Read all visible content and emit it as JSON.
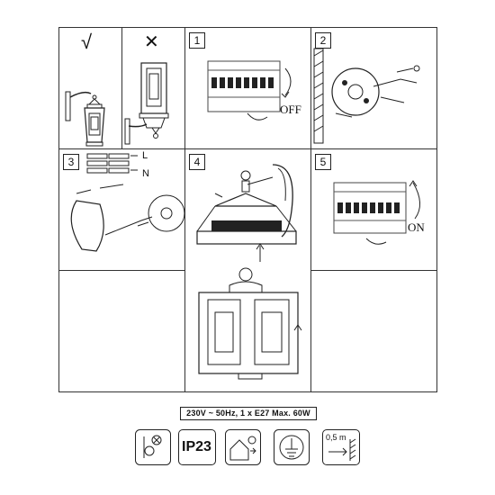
{
  "ok_mark": "√",
  "wrong_mark": "✕",
  "steps": [
    "1",
    "2",
    "3",
    "4",
    "5"
  ],
  "switch_off": "OFF",
  "switch_on": "ON",
  "wire_labels": [
    "L",
    "N"
  ],
  "spec_text": "230V ~ 50Hz, 1 x E27 Max. 60W",
  "ip_rating": "IP23",
  "mount_distance": "0,5 m",
  "icons": [
    "wall-mount-icon",
    "ip23-icon",
    "indoor-outdoor-icon",
    "ground-protection-icon",
    "min-distance-icon"
  ]
}
